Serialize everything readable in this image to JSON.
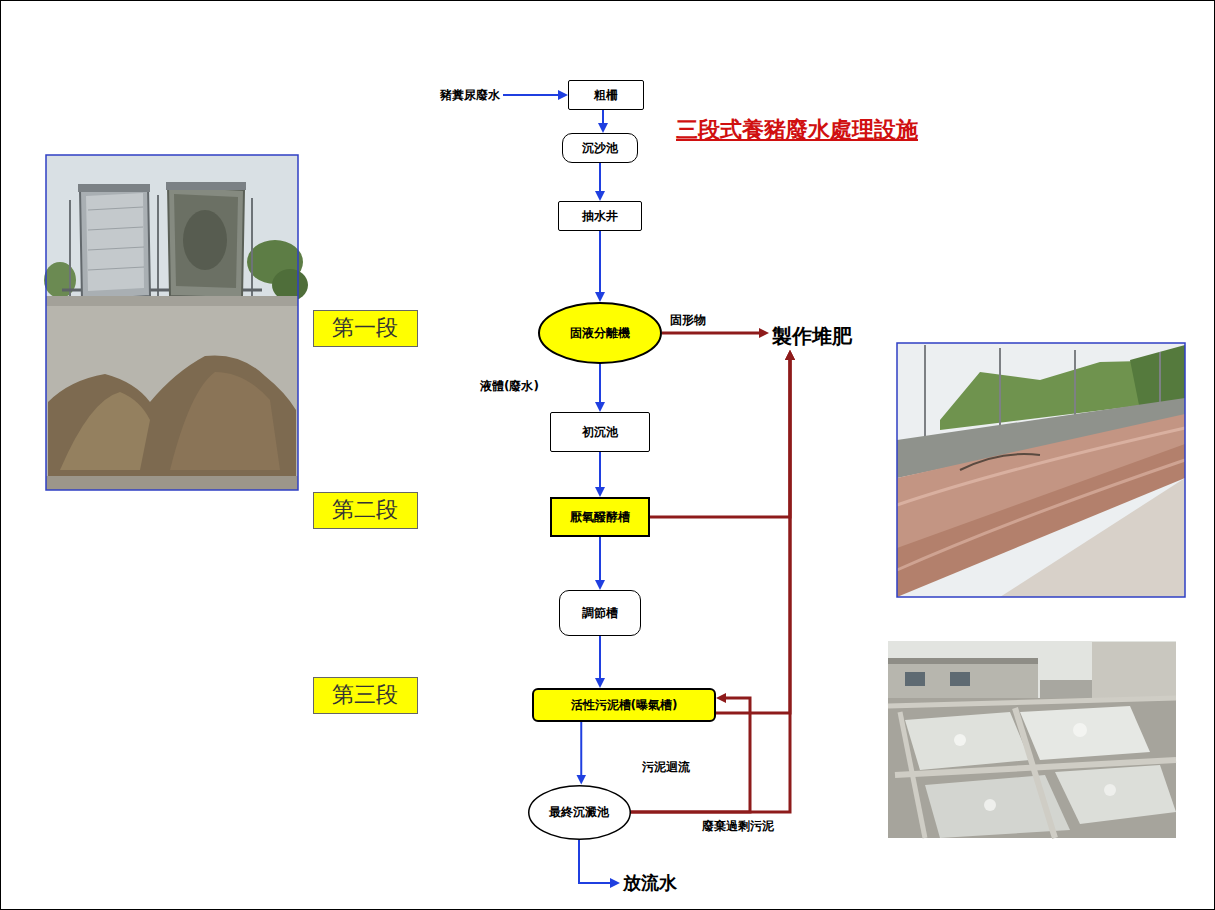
{
  "diagram": {
    "title": "三段式養豬廢水處理設施",
    "nodes": [
      {
        "text": [
          "豬糞尿廢水"
        ]
      },
      {
        "text": [
          "粗柵"
        ]
      },
      {
        "text": [
          "沉沙池"
        ]
      },
      {
        "text": [
          "抽水井"
        ]
      },
      {
        "text": [
          "第一段"
        ]
      },
      {
        "text": [
          "固液分離機"
        ]
      },
      {
        "text": [
          "製作堆肥"
        ]
      },
      {
        "text": [
          "初沉池"
        ]
      },
      {
        "text": [
          "第二段"
        ]
      },
      {
        "text": [
          "厭氧醱酵槽"
        ]
      },
      {
        "text": [
          "調節槽"
        ]
      },
      {
        "text": [
          "第三段"
        ]
      },
      {
        "text": [
          "活性污泥槽(曝氣槽)"
        ]
      },
      {
        "text": [
          "最終沉澱池"
        ]
      },
      {
        "text": [
          "放流水"
        ]
      }
    ],
    "edges": [
      {
        "from": 0,
        "to": 1,
        "arrow": "to"
      },
      {
        "from": 1,
        "to": 2,
        "arrow": "to"
      },
      {
        "from": 2,
        "to": 3,
        "arrow": "to"
      },
      {
        "from": 3,
        "to": 5,
        "arrow": "to"
      },
      {
        "from": 5,
        "to": 7,
        "label": "液體(廢水)",
        "arrow": "to"
      },
      {
        "from": 5,
        "to": 6,
        "label": "固形物",
        "arrow": "to"
      },
      {
        "from": 7,
        "to": 9,
        "arrow": "to"
      },
      {
        "from": 9,
        "to": 10,
        "arrow": "to"
      },
      {
        "from": 9,
        "to": 6,
        "arrow": "to"
      },
      {
        "from": 10,
        "to": 12,
        "arrow": "to"
      },
      {
        "from": 12,
        "to": 6,
        "arrow": "to"
      },
      {
        "from": 12,
        "to": 13,
        "arrow": "to"
      },
      {
        "from": 13,
        "to": 12,
        "label": "污泥迴流",
        "arrow": "to"
      },
      {
        "from": 13,
        "to": 6,
        "label": "廢棄過剩污泥",
        "arrow": "to"
      },
      {
        "from": 13,
        "to": 14,
        "arrow": "to"
      }
    ]
  }
}
